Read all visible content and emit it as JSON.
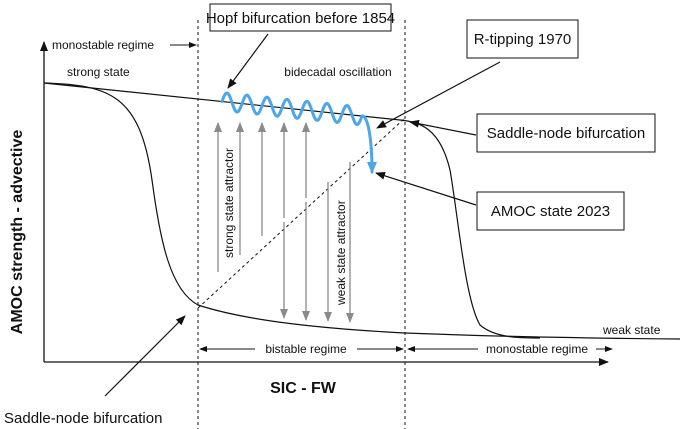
{
  "axes": {
    "x_label": "SIC - FW",
    "y_label": "AMOC strength - advective"
  },
  "regimes": {
    "monostable_left": "monostable regime",
    "bistable": "bistable regime",
    "monostable_right": "monostable regime"
  },
  "states": {
    "strong": "strong state",
    "weak": "weak state",
    "oscillation": "bidecadal oscillation"
  },
  "attractors": {
    "strong": "strong state attractor",
    "weak": "weak state attractor"
  },
  "callouts": {
    "hopf": "Hopf bifurcation before 1854",
    "rtipping": "R-tipping 1970",
    "saddle_node_right": "Saddle-node bifurcation",
    "amoc_2023": "AMOC state 2023",
    "saddle_node_left": "Saddle-node bifurcation"
  },
  "colors": {
    "trajectory": "#4da6ea",
    "lines": "#111111",
    "arrows": "#8a8a8a"
  }
}
